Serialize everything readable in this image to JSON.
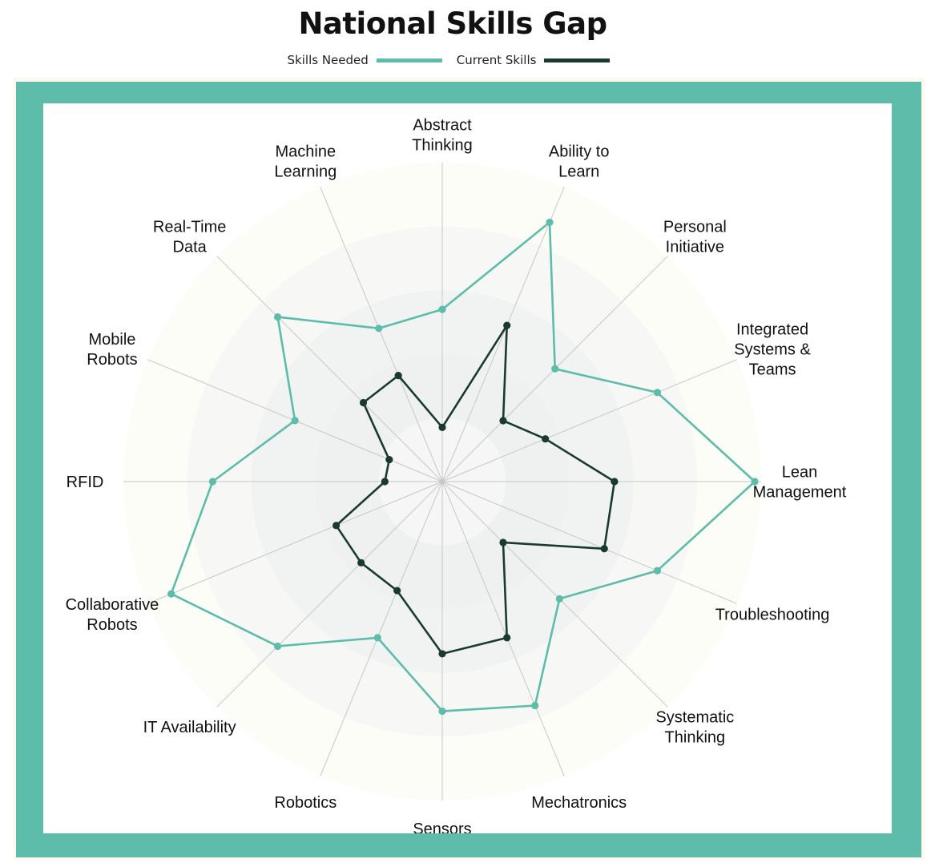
{
  "chart_data": {
    "type": "radar",
    "title": "National Skills Gap",
    "categories": [
      "Abstract Thinking",
      "Ability to Learn",
      "Personal Initiative",
      "Integrated Systems & Teams",
      "Lean Management",
      "Troubleshooting",
      "Systematic Thinking",
      "Mechatronics",
      "Sensors",
      "Robotics",
      "IT Availability",
      "Collaborative Robots",
      "RFID",
      "Mobile Robots",
      "Real-Time Data",
      "Machine Learning"
    ],
    "category_lines": [
      [
        "Abstract",
        "Thinking"
      ],
      [
        "Ability to",
        "Learn"
      ],
      [
        "Personal",
        "Initiative"
      ],
      [
        "Integrated",
        "Systems &",
        "Teams"
      ],
      [
        "Lean",
        "Management"
      ],
      [
        "Troubleshooting"
      ],
      [
        "Systematic",
        "Thinking"
      ],
      [
        "Mechatronics"
      ],
      [
        "Sensors"
      ],
      [
        "Robotics"
      ],
      [
        "IT Availability"
      ],
      [
        "Collaborative",
        "Robots"
      ],
      [
        "RFID"
      ],
      [
        "Mobile",
        "Robots"
      ],
      [
        "Real-Time",
        "Data"
      ],
      [
        "Machine",
        "Learning"
      ]
    ],
    "series": [
      {
        "name": "Skills Needed",
        "color": "#5dbcaa",
        "values": [
          0.54,
          0.88,
          0.5,
          0.73,
          0.98,
          0.73,
          0.52,
          0.76,
          0.72,
          0.53,
          0.73,
          0.92,
          0.72,
          0.5,
          0.73,
          0.52
        ]
      },
      {
        "name": "Current Skills",
        "color": "#1a3a30",
        "values": [
          0.17,
          0.53,
          0.27,
          0.35,
          0.54,
          0.55,
          0.27,
          0.53,
          0.54,
          0.37,
          0.36,
          0.36,
          0.18,
          0.18,
          0.35,
          0.36
        ]
      }
    ],
    "range": [
      0,
      1
    ],
    "grid": true,
    "legend_position": "top"
  },
  "colors": {
    "frame": "#5dbcaa",
    "needed": "#5dbcaa",
    "current": "#1a3a30"
  }
}
